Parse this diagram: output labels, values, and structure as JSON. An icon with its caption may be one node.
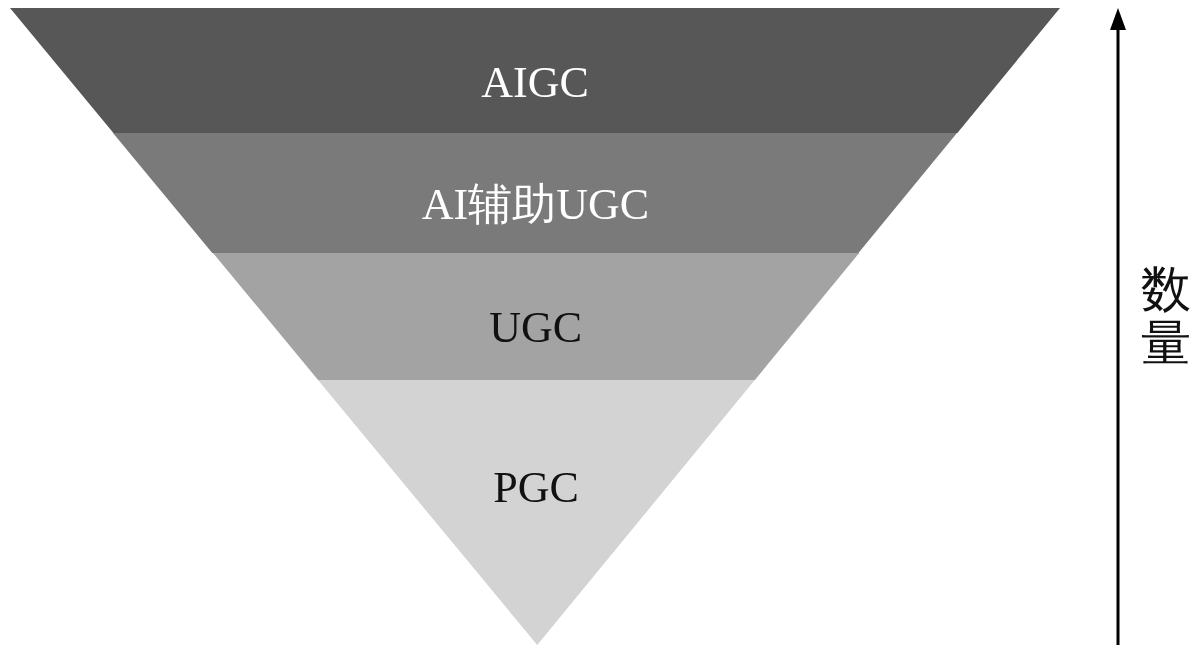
{
  "diagram": {
    "nodes": [
      {
        "text": [
          "AIGC"
        ]
      },
      {
        "text": [
          "AI辅助UGC"
        ]
      },
      {
        "text": [
          "UGC"
        ]
      },
      {
        "text": [
          "PGC"
        ]
      }
    ],
    "labels": [
      "数量"
    ]
  }
}
